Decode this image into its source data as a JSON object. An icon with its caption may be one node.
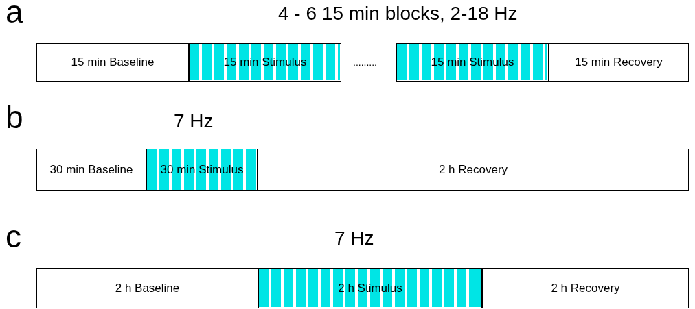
{
  "diagram": {
    "nodes": [
      {
        "text": [
          "15 min Baseline"
        ]
      },
      {
        "text": [
          "15 min Stimulus"
        ]
      },
      {
        "text": [
          "15 min Stimulus"
        ]
      },
      {
        "text": [
          "15 min Recovery"
        ]
      },
      {
        "text": [
          "30 min Baseline"
        ]
      },
      {
        "text": [
          "30 min Stimulus"
        ]
      },
      {
        "text": [
          "2 h Recovery"
        ]
      },
      {
        "text": [
          "2 h Baseline"
        ]
      },
      {
        "text": [
          "2 h Stimulus"
        ]
      },
      {
        "text": [
          "2 h Recovery"
        ]
      }
    ],
    "labels": [
      "a",
      "4 - 6 15 min blocks, 2-18 Hz",
      ".........",
      "b",
      "7 Hz",
      "c",
      "7 Hz"
    ]
  }
}
